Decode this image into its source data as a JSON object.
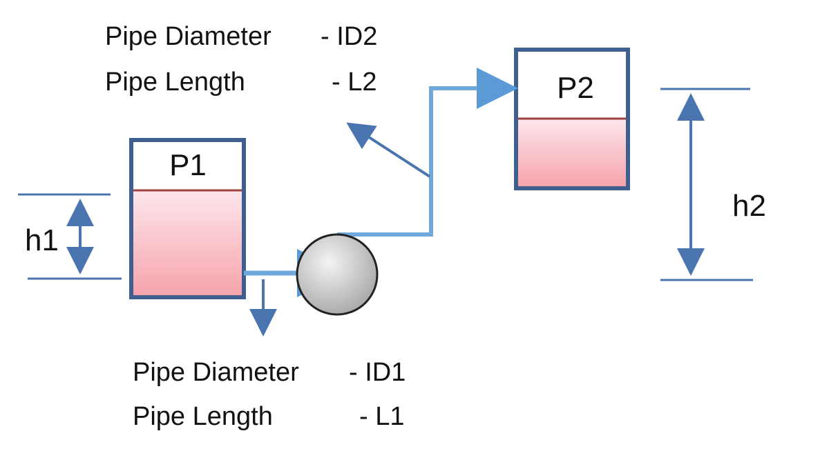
{
  "tanks": {
    "p1": {
      "label": "P1"
    },
    "p2": {
      "label": "P2"
    }
  },
  "heights": {
    "h1": "h1",
    "h2": "h2"
  },
  "pipe1": {
    "diameter_label": "Pipe Diameter",
    "diameter_value": "- ID1",
    "length_label": "Pipe Length",
    "length_value": "- L1"
  },
  "pipe2": {
    "diameter_label": "Pipe Diameter",
    "diameter_value": "- ID2",
    "length_label": "Pipe Length",
    "length_value": "- L2"
  },
  "colors": {
    "tank_border": "#3f5f8f",
    "liquid_top": "#fde4ea",
    "liquid_bottom": "#f7a0a8",
    "liquid_line": "#a04040",
    "pipe": "#6fa8dc",
    "dimension": "#4a74b0",
    "pump_fill_light": "#f0f0f0",
    "pump_fill_dark": "#a8a8a8"
  }
}
